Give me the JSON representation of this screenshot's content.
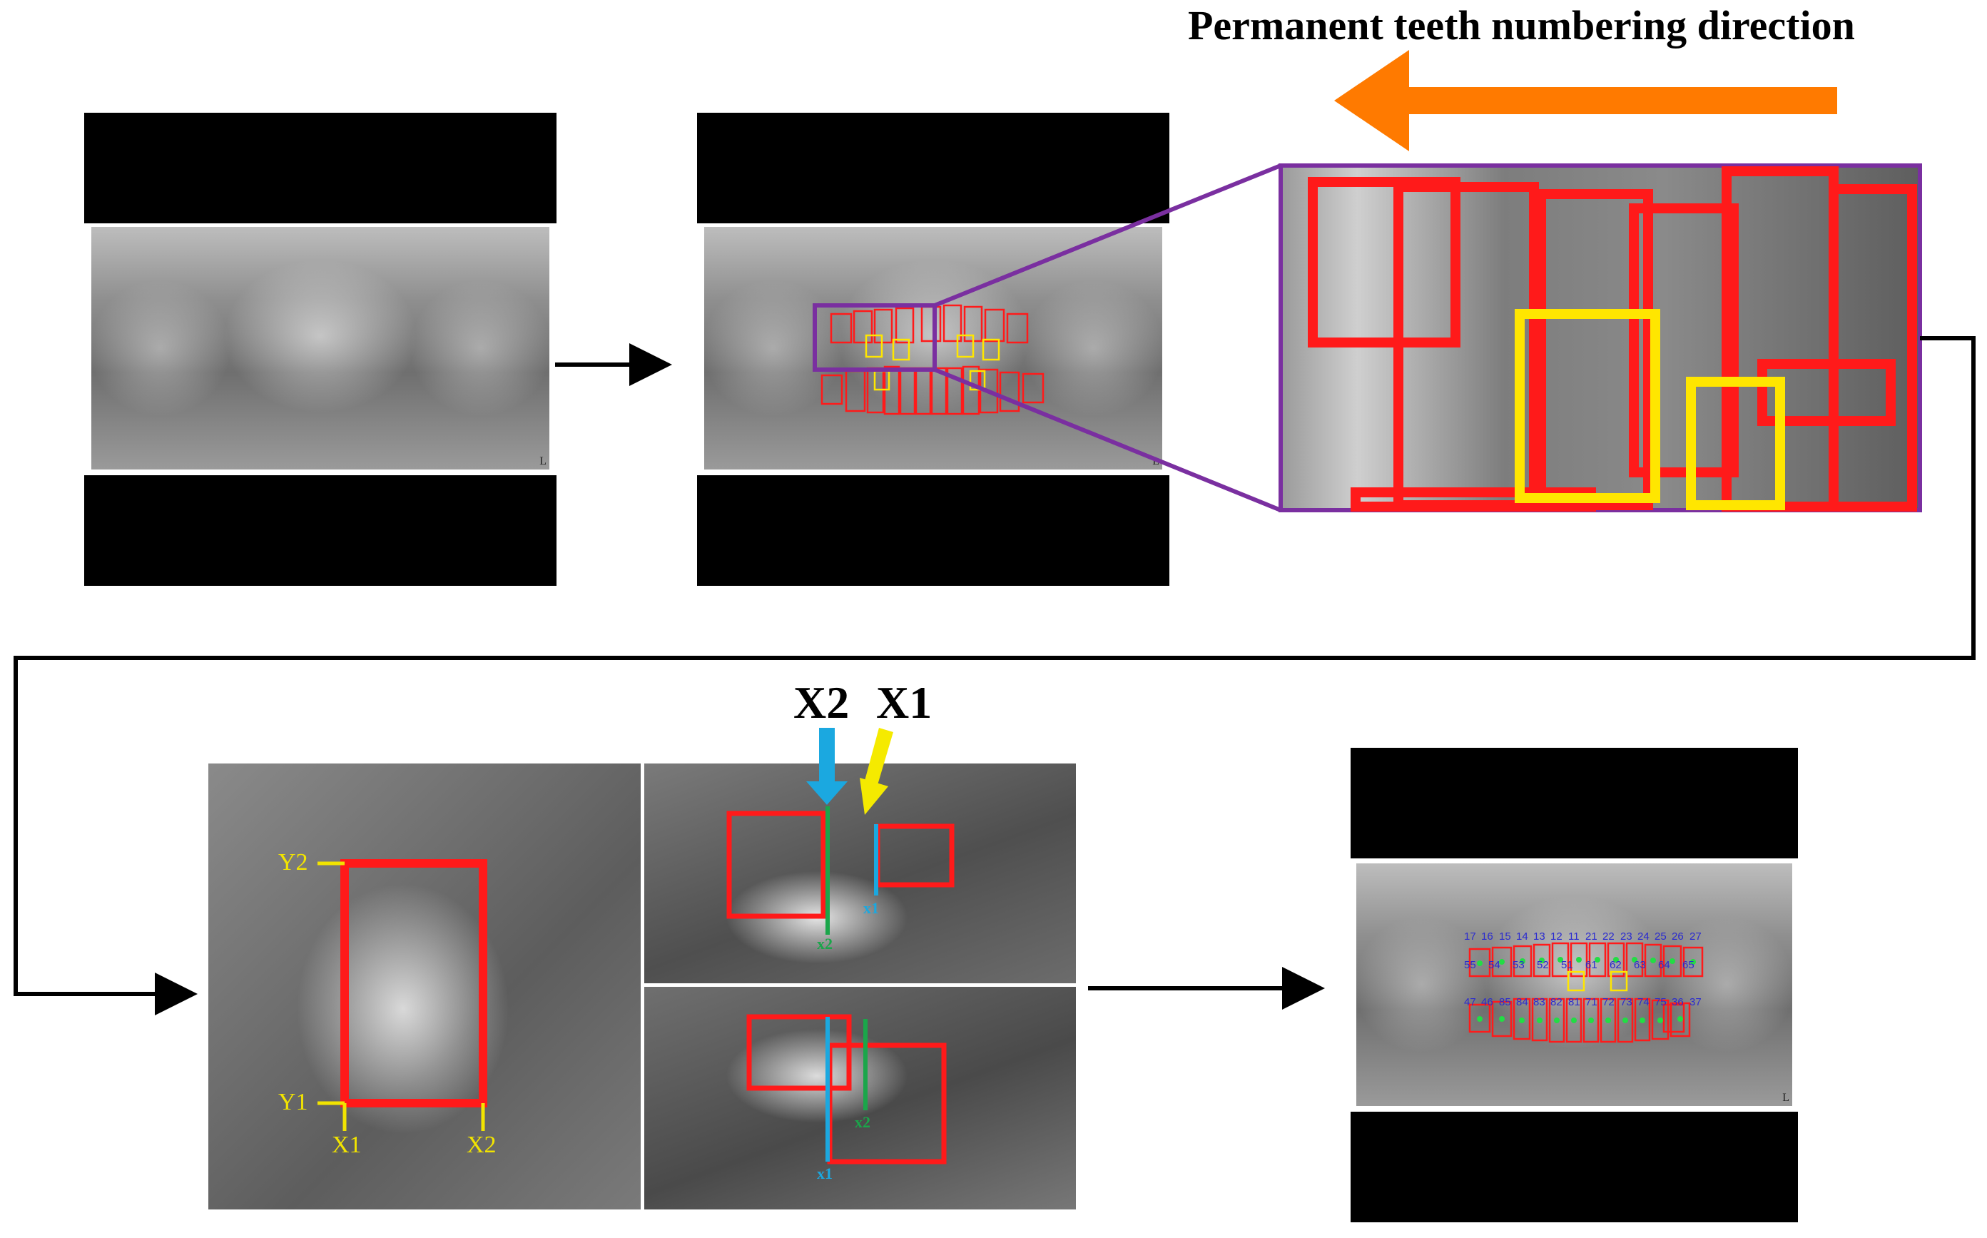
{
  "title": "Permanent teeth numbering direction",
  "labels": {
    "x2_big": "X2",
    "x1_big": "X1",
    "y2": "Y2",
    "y1": "Y1",
    "x1_small": "X1",
    "x2_small": "X2",
    "x1_tiny_top": "x1",
    "x2_tiny_top": "x2",
    "x1_tiny_bottom": "x1",
    "x2_tiny_bottom": "x2",
    "corner_mark": "L"
  },
  "tooth_numbers": [
    "17",
    "16",
    "15",
    "14",
    "13",
    "12",
    "11",
    "21",
    "22",
    "23",
    "24",
    "25",
    "26",
    "27",
    "55",
    "54",
    "53",
    "52",
    "51",
    "61",
    "62",
    "63",
    "64",
    "65",
    "47",
    "46",
    "85",
    "84",
    "83",
    "82",
    "81",
    "71",
    "72",
    "73",
    "74",
    "75",
    "36",
    "37"
  ],
  "colors": {
    "box_red": "#ff1a1a",
    "box_yellow": "#ffe600",
    "zoom_frame": "#7a2fa0",
    "arrow_orange": "#ff7a00",
    "arrow_blue": "#1ba8e0",
    "arrow_yellow": "#f5ea00",
    "line_green": "#1aa64a",
    "number_blue": "#2a2ad0",
    "dot_green": "#22dd44"
  }
}
